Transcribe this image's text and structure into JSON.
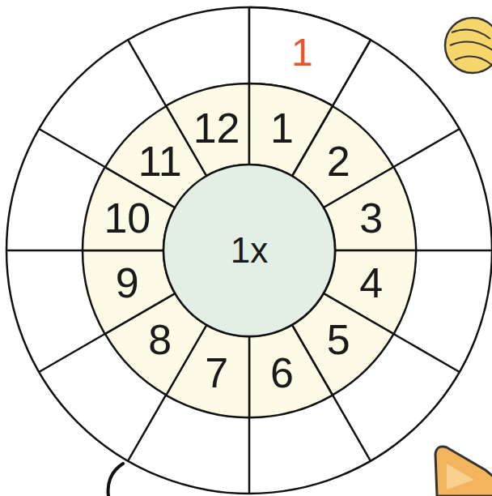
{
  "diagram": {
    "nodes": [
      {
        "text": [
          "1"
        ]
      },
      {
        "text": [
          "12"
        ]
      },
      {
        "text": [
          "1"
        ]
      },
      {
        "text": [
          "2"
        ]
      },
      {
        "text": [
          "3"
        ]
      },
      {
        "text": [
          "4"
        ]
      },
      {
        "text": [
          "5"
        ]
      },
      {
        "text": [
          "6"
        ]
      },
      {
        "text": [
          "7"
        ]
      },
      {
        "text": [
          "8"
        ]
      },
      {
        "text": [
          "9"
        ]
      },
      {
        "text": [
          "10"
        ]
      },
      {
        "text": [
          "11"
        ]
      },
      {
        "text": [
          "1x"
        ]
      }
    ]
  }
}
